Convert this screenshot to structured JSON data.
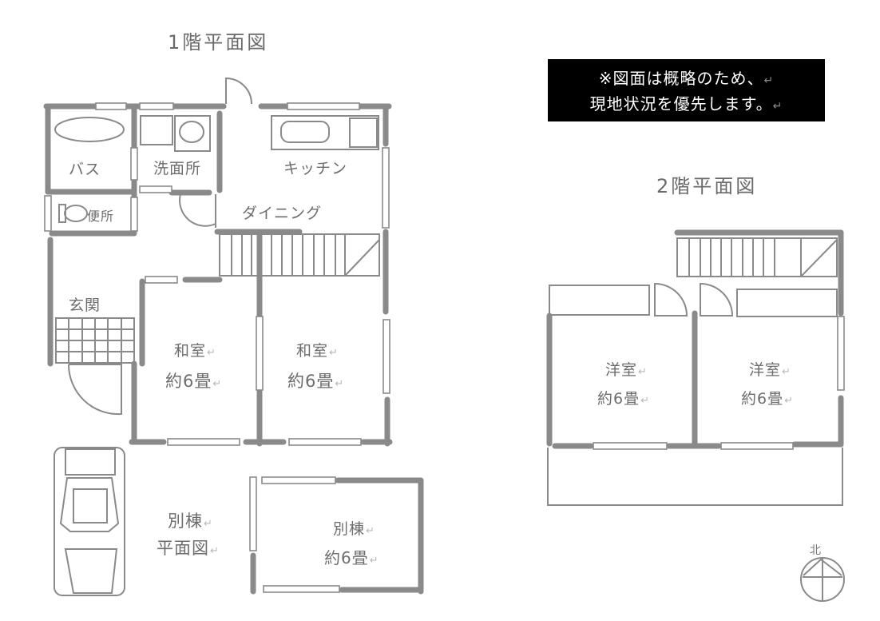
{
  "floor1": {
    "title": "1階平面図",
    "rooms": {
      "bath": "バス",
      "washroom": "洗面所",
      "kitchen": "キッチン",
      "dining": "ダイニング",
      "toilet": "便所",
      "entrance": "玄関",
      "washitsu_left": {
        "name": "和室",
        "size": "約6畳"
      },
      "washitsu_right": {
        "name": "和室",
        "size": "約6畳"
      }
    }
  },
  "annex": {
    "title_line1": "別棟",
    "title_line2": "平面図",
    "room": {
      "name": "別棟",
      "size": "約6畳"
    }
  },
  "floor2": {
    "title": "2階平面図",
    "rooms": {
      "yoshitsu_left": {
        "name": "洋室",
        "size": "約6畳"
      },
      "yoshitsu_right": {
        "name": "洋室",
        "size": "約6畳"
      }
    }
  },
  "notice": {
    "line1": "※図面は概略のため、",
    "line2": "現地状況を優先します。",
    "return_mark": "↵"
  },
  "compass": {
    "label": "北",
    "icon": "north-arrow-icon"
  },
  "colors": {
    "wall": "#8a8a8a",
    "text": "#6d6d6d",
    "notice_bg": "#000000",
    "notice_text": "#ffffff"
  }
}
